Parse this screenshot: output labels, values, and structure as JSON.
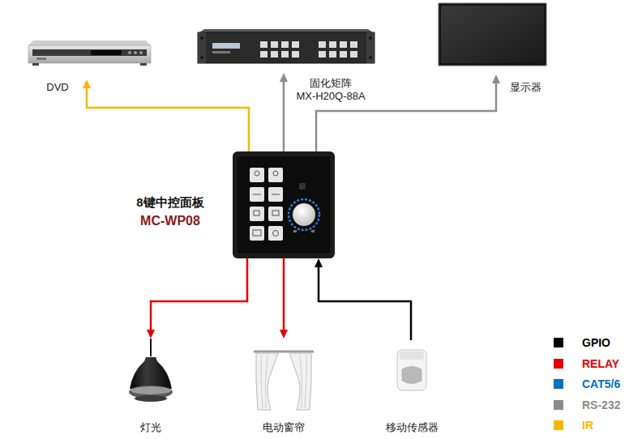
{
  "diagram": {
    "nodes": [
      {
        "text": [
          "DVD"
        ]
      },
      {
        "text": [
          "固化矩阵",
          "MX-H20Q-88A"
        ]
      },
      {
        "text": [
          "显示器"
        ]
      },
      {
        "text": [
          "8键中控面板",
          "MC-WP08"
        ]
      },
      {
        "text": [
          "灯光"
        ]
      },
      {
        "text": [
          "电动窗帘"
        ]
      },
      {
        "text": [
          "移动传感器"
        ]
      }
    ],
    "edges": [
      {
        "from": 3,
        "to": 0,
        "arrow": "to"
      },
      {
        "from": 3,
        "to": 1,
        "arrow": "to"
      },
      {
        "from": 3,
        "to": 2,
        "arrow": "to"
      },
      {
        "from": 3,
        "to": 4,
        "arrow": "to"
      },
      {
        "from": 3,
        "to": 5,
        "arrow": "to"
      },
      {
        "from": 6,
        "to": 3,
        "arrow": "to"
      }
    ],
    "legend": [
      {
        "text": "GPIO",
        "color": "#000000"
      },
      {
        "text": "RELAY",
        "color": "#e60000"
      },
      {
        "text": "CAT5/6",
        "color": "#0070c0"
      },
      {
        "text": "RS-232",
        "color": "#8c8c8c"
      },
      {
        "text": "IR",
        "color": "#f5b800"
      }
    ]
  }
}
